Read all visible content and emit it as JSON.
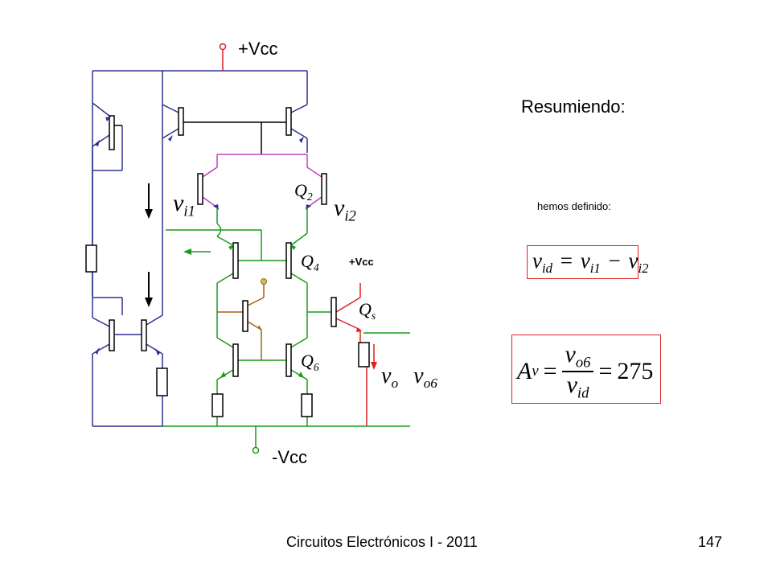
{
  "slide": {
    "title": "Resumiendo:",
    "subtitle": "hemos definido:",
    "footer_left": "Circuitos Electrónicos I - 2011",
    "page_number": "147"
  },
  "circuit": {
    "supply_top": "+Vcc",
    "supply_bottom": "-Vcc",
    "supply_small": "+Vcc",
    "labels": {
      "vi1": {
        "base": "v",
        "sub": "i1"
      },
      "vi2": {
        "base": "v",
        "sub": "i2"
      },
      "q2": {
        "base": "Q",
        "sub": "2"
      },
      "q4": {
        "base": "Q",
        "sub": "4"
      },
      "qs": {
        "base": "Q",
        "sub": "s"
      },
      "q6": {
        "base": "Q",
        "sub": "6"
      },
      "vo_relation": {
        "left_base": "v",
        "left_sub": "o",
        "symbol": "",
        "right_base": "v",
        "right_sub": "o6"
      }
    },
    "colors": {
      "bias": "#2e3192",
      "diffpair": "#c040c0",
      "load": "#1a9a1a",
      "output": "#e02020",
      "mid": "#a06010"
    }
  },
  "equations": {
    "vid": {
      "lhs_base": "v",
      "lhs_sub": "id",
      "eq": "=",
      "t1_base": "v",
      "t1_sub": "i1",
      "minus": "−",
      "t2_base": "v",
      "t2_sub": "i2"
    },
    "av": {
      "lhs_base": "A",
      "lhs_sub": "v",
      "eq": "=",
      "num_base": "v",
      "num_sub": "o6",
      "den_base": "v",
      "den_sub": "id",
      "eq2": "=",
      "value": "275"
    }
  }
}
